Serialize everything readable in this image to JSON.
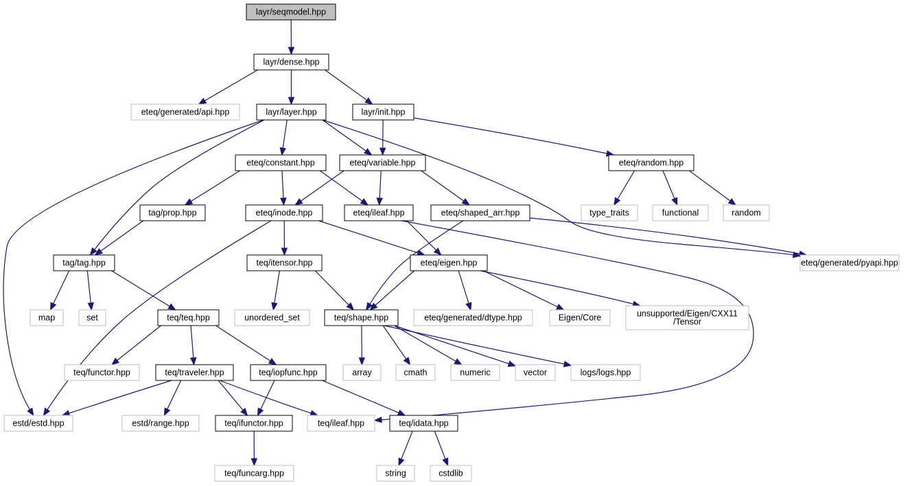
{
  "colors": {
    "edge": "#191970",
    "root_fill": "#bfbfbf",
    "node_fill": "#ffffff",
    "documented_border": "#000000",
    "external_border": "#bfbfbf",
    "text": "#000000"
  },
  "nodes": [
    {
      "id": "seqmodel",
      "lines": [
        "layr/seqmodel.hpp"
      ],
      "kind": "root"
    },
    {
      "id": "dense",
      "lines": [
        "layr/dense.hpp"
      ],
      "kind": "documented"
    },
    {
      "id": "api",
      "lines": [
        "eteq/generated/api.hpp"
      ],
      "kind": "external"
    },
    {
      "id": "layer",
      "lines": [
        "layr/layer.hpp"
      ],
      "kind": "documented"
    },
    {
      "id": "init",
      "lines": [
        "layr/init.hpp"
      ],
      "kind": "documented"
    },
    {
      "id": "constant",
      "lines": [
        "eteq/constant.hpp"
      ],
      "kind": "documented"
    },
    {
      "id": "variable",
      "lines": [
        "eteq/variable.hpp"
      ],
      "kind": "documented"
    },
    {
      "id": "random_hpp",
      "lines": [
        "eteq/random.hpp"
      ],
      "kind": "documented"
    },
    {
      "id": "type_traits",
      "lines": [
        "type_traits"
      ],
      "kind": "external"
    },
    {
      "id": "functional",
      "lines": [
        "functional"
      ],
      "kind": "external"
    },
    {
      "id": "random",
      "lines": [
        "random"
      ],
      "kind": "external"
    },
    {
      "id": "prop",
      "lines": [
        "tag/prop.hpp"
      ],
      "kind": "documented"
    },
    {
      "id": "inode",
      "lines": [
        "eteq/inode.hpp"
      ],
      "kind": "documented"
    },
    {
      "id": "eileaf",
      "lines": [
        "eteq/ileaf.hpp"
      ],
      "kind": "documented"
    },
    {
      "id": "shaped_arr",
      "lines": [
        "eteq/shaped_arr.hpp"
      ],
      "kind": "documented"
    },
    {
      "id": "pyapi",
      "lines": [
        "eteq/generated/pyapi.hpp"
      ],
      "kind": "external"
    },
    {
      "id": "tag",
      "lines": [
        "tag/tag.hpp"
      ],
      "kind": "documented"
    },
    {
      "id": "itensor",
      "lines": [
        "teq/itensor.hpp"
      ],
      "kind": "documented"
    },
    {
      "id": "eigen",
      "lines": [
        "eteq/eigen.hpp"
      ],
      "kind": "documented"
    },
    {
      "id": "map",
      "lines": [
        "map"
      ],
      "kind": "external"
    },
    {
      "id": "set",
      "lines": [
        "set"
      ],
      "kind": "external"
    },
    {
      "id": "teq",
      "lines": [
        "teq/teq.hpp"
      ],
      "kind": "documented"
    },
    {
      "id": "unordered_set",
      "lines": [
        "unordered_set"
      ],
      "kind": "external"
    },
    {
      "id": "shape",
      "lines": [
        "teq/shape.hpp"
      ],
      "kind": "documented"
    },
    {
      "id": "dtype",
      "lines": [
        "eteq/generated/dtype.hpp"
      ],
      "kind": "external"
    },
    {
      "id": "eigencore",
      "lines": [
        "Eigen/Core"
      ],
      "kind": "external"
    },
    {
      "id": "tensor",
      "lines": [
        "unsupported/Eigen/CXX11",
        "/Tensor"
      ],
      "kind": "external"
    },
    {
      "id": "functor",
      "lines": [
        "teq/functor.hpp"
      ],
      "kind": "external"
    },
    {
      "id": "traveler",
      "lines": [
        "teq/traveler.hpp"
      ],
      "kind": "documented"
    },
    {
      "id": "iopfunc",
      "lines": [
        "teq/iopfunc.hpp"
      ],
      "kind": "documented"
    },
    {
      "id": "array",
      "lines": [
        "array"
      ],
      "kind": "external"
    },
    {
      "id": "cmath",
      "lines": [
        "cmath"
      ],
      "kind": "external"
    },
    {
      "id": "numeric",
      "lines": [
        "numeric"
      ],
      "kind": "external"
    },
    {
      "id": "vector",
      "lines": [
        "vector"
      ],
      "kind": "external"
    },
    {
      "id": "logs",
      "lines": [
        "logs/logs.hpp"
      ],
      "kind": "external"
    },
    {
      "id": "estd",
      "lines": [
        "estd/estd.hpp"
      ],
      "kind": "external"
    },
    {
      "id": "range",
      "lines": [
        "estd/range.hpp"
      ],
      "kind": "external"
    },
    {
      "id": "ifunctor",
      "lines": [
        "teq/ifunctor.hpp"
      ],
      "kind": "documented"
    },
    {
      "id": "tileaf",
      "lines": [
        "teq/ileaf.hpp"
      ],
      "kind": "external"
    },
    {
      "id": "idata",
      "lines": [
        "teq/idata.hpp"
      ],
      "kind": "documented"
    },
    {
      "id": "funcarg",
      "lines": [
        "teq/funcarg.hpp"
      ],
      "kind": "external"
    },
    {
      "id": "string",
      "lines": [
        "string"
      ],
      "kind": "external"
    },
    {
      "id": "cstdlib",
      "lines": [
        "cstdlib"
      ],
      "kind": "external"
    }
  ],
  "edges": [
    [
      "seqmodel",
      "dense"
    ],
    [
      "dense",
      "api"
    ],
    [
      "dense",
      "layer"
    ],
    [
      "dense",
      "init"
    ],
    [
      "layer",
      "estd"
    ],
    [
      "layer",
      "tag"
    ],
    [
      "layer",
      "constant"
    ],
    [
      "layer",
      "variable"
    ],
    [
      "layer",
      "pyapi"
    ],
    [
      "init",
      "variable"
    ],
    [
      "init",
      "random_hpp"
    ],
    [
      "random_hpp",
      "type_traits"
    ],
    [
      "random_hpp",
      "functional"
    ],
    [
      "random_hpp",
      "random"
    ],
    [
      "constant",
      "prop"
    ],
    [
      "constant",
      "inode"
    ],
    [
      "constant",
      "eileaf"
    ],
    [
      "variable",
      "inode"
    ],
    [
      "variable",
      "eileaf"
    ],
    [
      "variable",
      "shaped_arr"
    ],
    [
      "prop",
      "tag"
    ],
    [
      "inode",
      "estd"
    ],
    [
      "inode",
      "itensor"
    ],
    [
      "inode",
      "eigen"
    ],
    [
      "eileaf",
      "eigen"
    ],
    [
      "eileaf",
      "tileaf"
    ],
    [
      "shaped_arr",
      "shape"
    ],
    [
      "shaped_arr",
      "pyapi"
    ],
    [
      "tag",
      "map"
    ],
    [
      "tag",
      "set"
    ],
    [
      "tag",
      "teq"
    ],
    [
      "itensor",
      "unordered_set"
    ],
    [
      "itensor",
      "shape"
    ],
    [
      "eigen",
      "shape"
    ],
    [
      "eigen",
      "dtype"
    ],
    [
      "eigen",
      "eigencore"
    ],
    [
      "eigen",
      "tensor"
    ],
    [
      "teq",
      "functor"
    ],
    [
      "teq",
      "traveler"
    ],
    [
      "teq",
      "iopfunc"
    ],
    [
      "shape",
      "array"
    ],
    [
      "shape",
      "cmath"
    ],
    [
      "shape",
      "numeric"
    ],
    [
      "shape",
      "vector"
    ],
    [
      "shape",
      "logs"
    ],
    [
      "traveler",
      "estd"
    ],
    [
      "traveler",
      "range"
    ],
    [
      "traveler",
      "ifunctor"
    ],
    [
      "traveler",
      "tileaf"
    ],
    [
      "iopfunc",
      "ifunctor"
    ],
    [
      "iopfunc",
      "idata"
    ],
    [
      "ifunctor",
      "funcarg"
    ],
    [
      "idata",
      "string"
    ],
    [
      "idata",
      "cstdlib"
    ]
  ]
}
